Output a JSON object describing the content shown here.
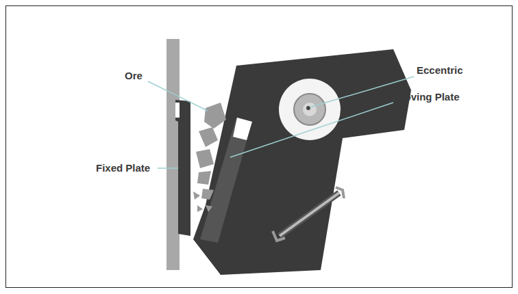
{
  "diagram": {
    "labels": [
      "Ore",
      "Fixed Plate",
      "Eccentric",
      "Moving Plate"
    ]
  }
}
